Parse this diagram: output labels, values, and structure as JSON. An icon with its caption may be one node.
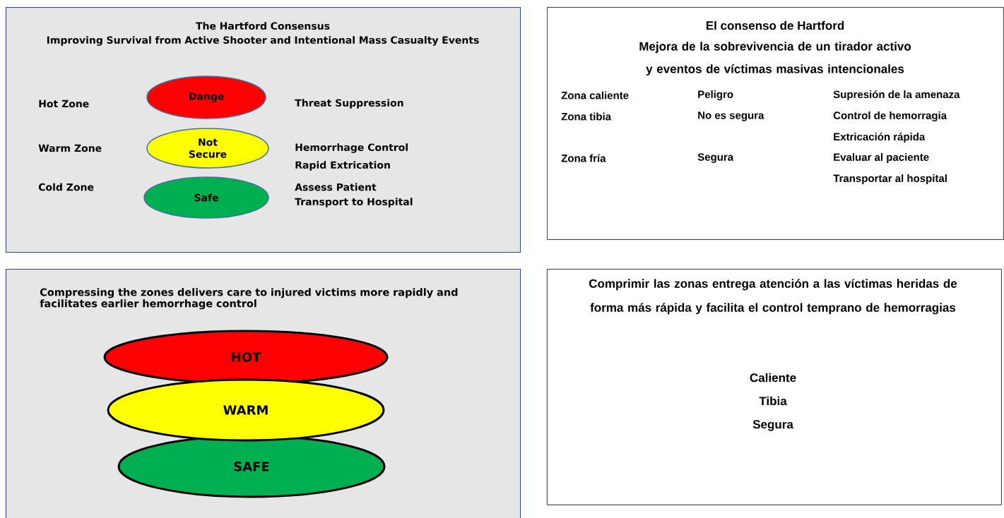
{
  "diagram": {
    "nodes": [
      {
        "text": [
          "The Hartford Consensus",
          "Improving Survival from Active Shooter and Intentional Mass Casualty Events",
          "Hot Zone",
          "Threat Suppression",
          "Warm Zone",
          "Hemorrhage Control",
          "Rapid Extrication",
          "Cold Zone",
          "Assess Patient",
          "Transport to Hospital"
        ]
      },
      {
        "text": [
          "Dange"
        ],
        "in": 0
      },
      {
        "text": [
          "Not Secure"
        ],
        "in": 0
      },
      {
        "text": [
          "Safe"
        ],
        "in": 0
      },
      {
        "text": [
          "El consenso de Hartford",
          "Mejora de la sobrevivencia de un tirador activo y eventos de víctimas masivas intencionales",
          "Zona caliente",
          "Peligro",
          "Supresión de la amenaza",
          "Zona tibia",
          "No es segura",
          "Control de hemorragia",
          "Extricación rápida",
          "Zona fría",
          "Segura",
          "Evaluar al paciente",
          "Transportar al hospital"
        ]
      },
      {
        "text": [
          "Compressing the zones delivers care to injured victims more rapidly and facilitates earlier hemorrhage control"
        ]
      },
      {
        "text": [
          "HOT"
        ],
        "in": 5
      },
      {
        "text": [
          "WARM"
        ],
        "in": 5
      },
      {
        "text": [
          "SAFE"
        ],
        "in": 5
      },
      {
        "text": [
          "Comprimir las zonas entrega atención a las víctimas heridas de forma más rápida y facilita el control temprano de hemorragias",
          "Caliente",
          "Tibia",
          "Segura"
        ]
      }
    ]
  }
}
